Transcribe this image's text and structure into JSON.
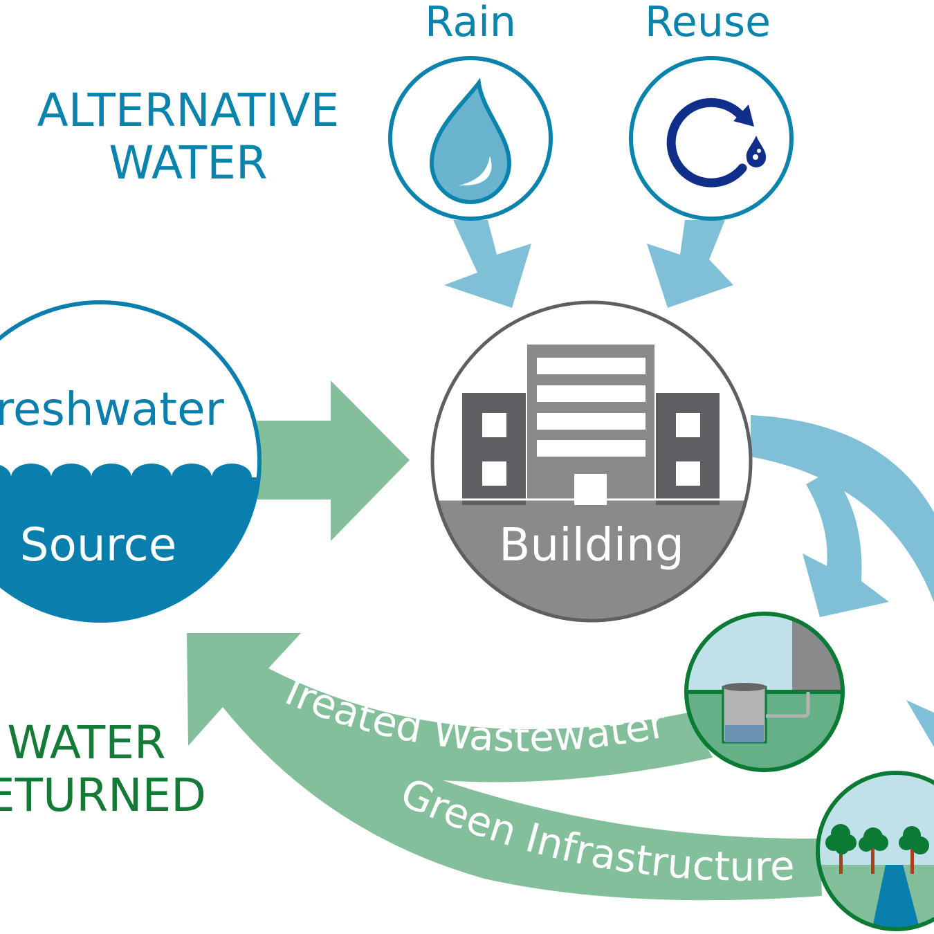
{
  "colors": {
    "alt_blue": "#0a84ad",
    "arrow_blue": "#80c0d6",
    "dark_blue": "#0f2f8a",
    "source_blue": "#0a7fae",
    "arrow_green": "#82bf9a",
    "text_green": "#137a38",
    "building_gray": "#8a8a8c",
    "building_dark": "#5f5f63"
  },
  "alternative_water": {
    "line1": "ALTERNATIVE",
    "line2": "WATER"
  },
  "rain": {
    "label": "Rain",
    "icon": "water-drop-icon"
  },
  "reuse": {
    "label": "Reuse",
    "icon": "recycle-drop-icon"
  },
  "source": {
    "top_label": "Freshwater",
    "bottom_label": "Source"
  },
  "building": {
    "label": "Building",
    "icon": "office-building-icon"
  },
  "returned": {
    "line1": "WATER",
    "line2": "RETURNED"
  },
  "flows": {
    "treated": "Treated Wastewater",
    "green": "Green Infrastructure"
  },
  "icons": {
    "treatment": "septic-tank-icon",
    "green_infra": "trees-stream-icon"
  }
}
